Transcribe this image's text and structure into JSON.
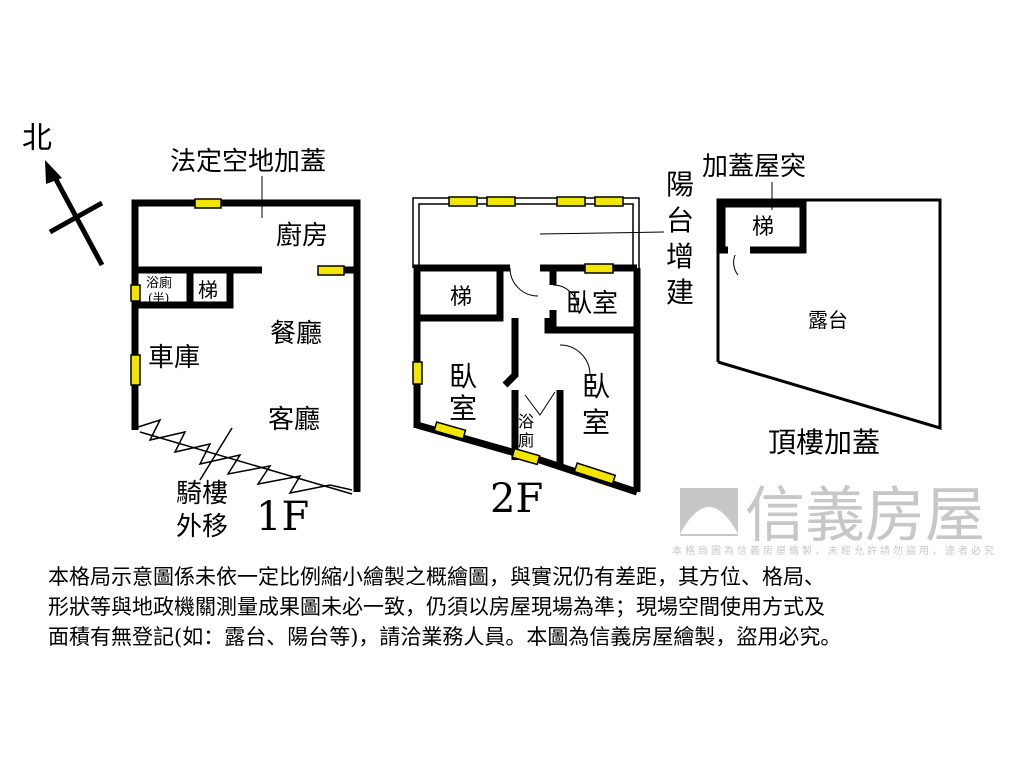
{
  "compass": {
    "label": "北"
  },
  "floor1": {
    "title": "1F",
    "annex_label": "法定空地加蓋",
    "rooms": {
      "kitchen": "廚房",
      "bath": "浴廁",
      "bath_note": "(半)",
      "stairs": "梯",
      "dining": "餐廳",
      "garage": "車庫",
      "living": "客廳"
    },
    "arcade_line1": "騎樓",
    "arcade_line2": "外移"
  },
  "floor2": {
    "title": "2F",
    "balcony_label": [
      "陽",
      "台",
      "增",
      "建"
    ],
    "rooms": {
      "stairs": "梯",
      "bedroom_top": "臥室",
      "bedroom_left": [
        "臥",
        "室"
      ],
      "bedroom_right": [
        "臥",
        "室"
      ],
      "bath": [
        "浴",
        "廁"
      ]
    }
  },
  "roof": {
    "title": "頂樓加蓋",
    "annex_label": "加蓋屋突",
    "stairs": "梯",
    "terrace": "露台"
  },
  "watermark": {
    "brand": "信義房屋",
    "notice": "本格局圖為信義房屋繪製，未經允許請勿盜用，違者必究"
  },
  "disclaimer": [
    "本格局示意圖係未依一定比例縮小繪製之概繪圖，與實況仍有差距，其方位、格局、",
    "形狀等與地政機關測量成果圖未必一致，仍須以房屋現場為準；現場空間使用方式及",
    "面積有無登記(如：露台、陽台等)，請洽業務人員。本圖為信義房屋繪製，盜用必究。"
  ],
  "colors": {
    "wall": "#000000",
    "window": "#f2e600",
    "watermark": "#9a9a9a"
  }
}
